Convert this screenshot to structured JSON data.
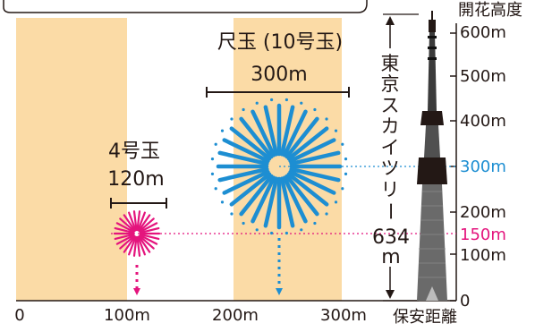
{
  "colors": {
    "band": "#fbdba6",
    "blue": "#1d8ed2",
    "pink": "#e4147d",
    "ink": "#231815"
  },
  "diagram": {
    "x_axis": {
      "ticks": [
        {
          "value": 0,
          "label": "0"
        },
        {
          "value": 100,
          "label": "100m"
        },
        {
          "value": 200,
          "label": "200m"
        },
        {
          "value": 300,
          "label": "300m"
        }
      ],
      "title": "保安距離"
    },
    "y_axis": {
      "title": "開花高度",
      "ticks": [
        {
          "value": 0,
          "label": "0"
        },
        {
          "value": 100,
          "label": "100m"
        },
        {
          "value": 200,
          "label": "200m"
        },
        {
          "value": 400,
          "label": "400m"
        },
        {
          "value": 500,
          "label": "500m"
        },
        {
          "value": 600,
          "label": "600m"
        }
      ],
      "highlight_ticks": [
        {
          "value": 300,
          "label": "300m",
          "color": "#1d8ed2"
        },
        {
          "value": 150,
          "label": "150m",
          "color": "#e4147d"
        }
      ]
    },
    "shells": [
      {
        "name": "4号玉",
        "diameter": "120m",
        "burst_height": 150,
        "safety_distance": 100,
        "color": "#e4147d"
      },
      {
        "name": "尺玉 (10号玉)",
        "diameter": "300m",
        "burst_height": 300,
        "safety_distance": 200,
        "color": "#1d8ed2"
      }
    ],
    "tower": {
      "name_chars": [
        "東",
        "京",
        "ス",
        "カ",
        "イ",
        "ツ",
        "リ",
        "ー"
      ],
      "height_value": "634",
      "height_unit": "m",
      "height": 634
    }
  }
}
